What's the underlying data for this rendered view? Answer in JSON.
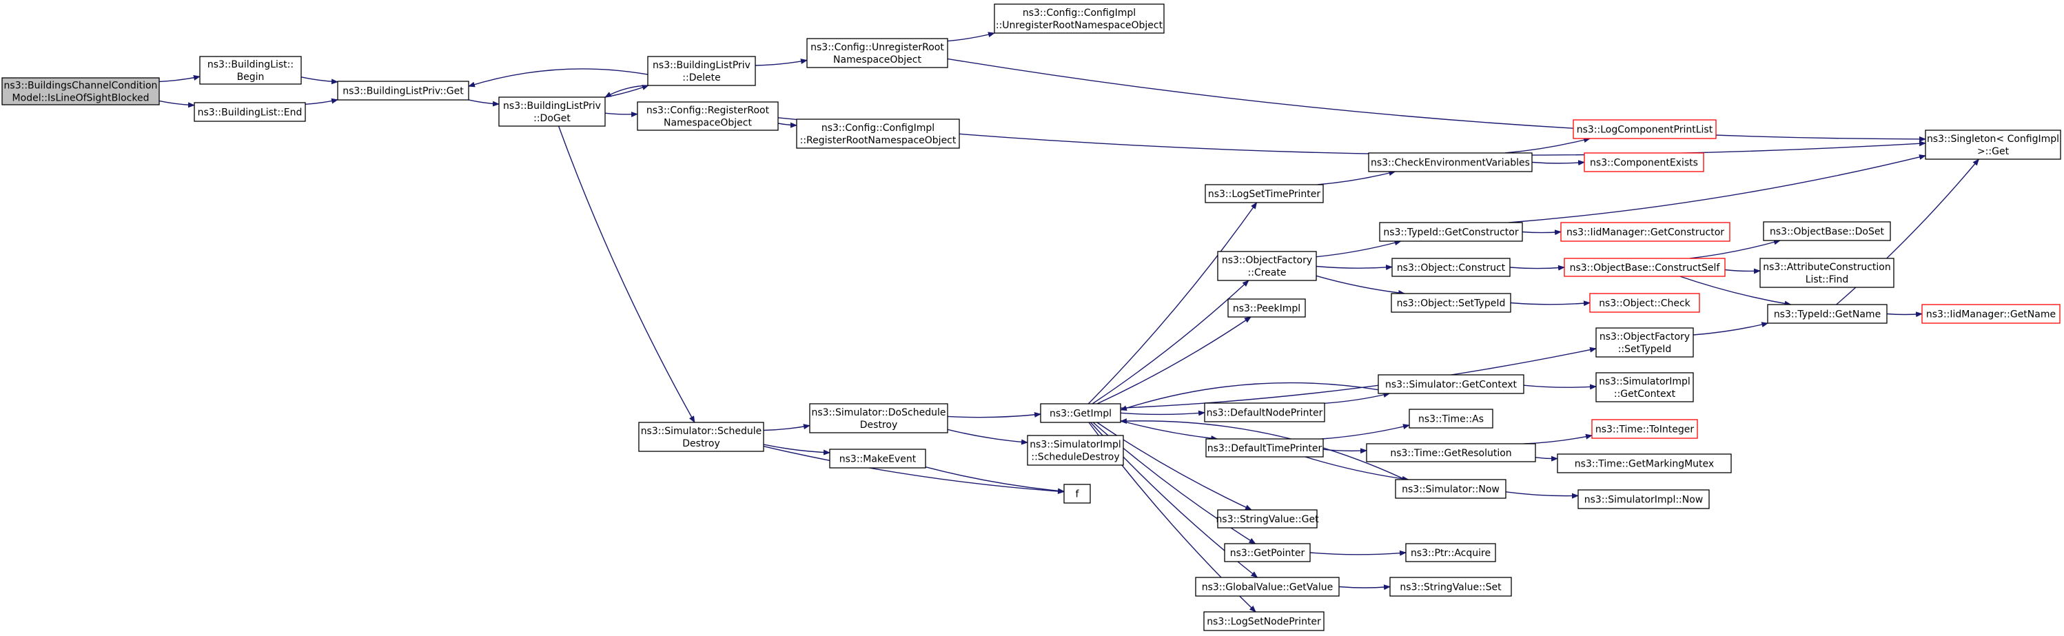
{
  "colors": {
    "edge": "#191970",
    "border": "#000000",
    "missing": "#ff0000",
    "root_fill": "#bfbfbf",
    "fill": "#ffffff"
  },
  "nodes": [
    {
      "id": "root",
      "lines": [
        "ns3::BuildingsChannelCondition",
        "Model::IsLineOfSightBlocked"
      ],
      "root": true
    },
    {
      "id": "bl_begin",
      "lines": [
        "ns3::BuildingList::",
        "Begin"
      ]
    },
    {
      "id": "bl_end",
      "lines": [
        "ns3::BuildingList::End"
      ]
    },
    {
      "id": "blp_get",
      "lines": [
        "ns3::BuildingListPriv::Get"
      ]
    },
    {
      "id": "blp_doget",
      "lines": [
        "ns3::BuildingListPriv",
        "::DoGet"
      ]
    },
    {
      "id": "blp_delete",
      "lines": [
        "ns3::BuildingListPriv",
        "::Delete"
      ]
    },
    {
      "id": "cfg_unreg",
      "lines": [
        "ns3::Config::UnregisterRoot",
        "NamespaceObject"
      ]
    },
    {
      "id": "cfgimpl_unreg",
      "lines": [
        "ns3::Config::ConfigImpl",
        "::UnregisterRootNamespaceObject"
      ]
    },
    {
      "id": "cfg_reg",
      "lines": [
        "ns3::Config::RegisterRoot",
        "NamespaceObject"
      ]
    },
    {
      "id": "cfgimpl_reg",
      "lines": [
        "ns3::Config::ConfigImpl",
        "::RegisterRootNamespaceObject"
      ]
    },
    {
      "id": "singleton_get",
      "lines": [
        "ns3::Singleton< ConfigImpl",
        " >::Get"
      ]
    },
    {
      "id": "sim_sched_destroy",
      "lines": [
        "ns3::Simulator::Schedule",
        "Destroy"
      ]
    },
    {
      "id": "sim_do_sched_destroy",
      "lines": [
        "ns3::Simulator::DoSchedule",
        "Destroy"
      ]
    },
    {
      "id": "make_event",
      "lines": [
        "ns3::MakeEvent"
      ]
    },
    {
      "id": "simimpl_sched_destroy",
      "lines": [
        "ns3::SimulatorImpl",
        "::ScheduleDestroy"
      ]
    },
    {
      "id": "f",
      "lines": [
        "f"
      ]
    },
    {
      "id": "getimpl",
      "lines": [
        "ns3::GetImpl"
      ]
    },
    {
      "id": "log_set_time",
      "lines": [
        "ns3::LogSetTimePrinter"
      ]
    },
    {
      "id": "check_env",
      "lines": [
        "ns3::CheckEnvironmentVariables"
      ]
    },
    {
      "id": "log_comp_print",
      "lines": [
        "ns3::LogComponentPrintList"
      ],
      "missing": true
    },
    {
      "id": "comp_exists",
      "lines": [
        "ns3::ComponentExists"
      ],
      "missing": true
    },
    {
      "id": "obj_factory_create",
      "lines": [
        "ns3::ObjectFactory",
        "::Create"
      ]
    },
    {
      "id": "typeid_getctor",
      "lines": [
        "ns3::TypeId::GetConstructor"
      ]
    },
    {
      "id": "iid_getctor",
      "lines": [
        "ns3::IidManager::GetConstructor"
      ],
      "missing": true
    },
    {
      "id": "obj_construct",
      "lines": [
        "ns3::Object::Construct"
      ]
    },
    {
      "id": "objbase_construct_self",
      "lines": [
        "ns3::ObjectBase::ConstructSelf"
      ],
      "missing": true
    },
    {
      "id": "objbase_doset",
      "lines": [
        "ns3::ObjectBase::DoSet"
      ]
    },
    {
      "id": "attr_list_find",
      "lines": [
        "ns3::AttributeConstruction",
        "List::Find"
      ]
    },
    {
      "id": "obj_settypeid",
      "lines": [
        "ns3::Object::SetTypeId"
      ]
    },
    {
      "id": "obj_check",
      "lines": [
        "ns3::Object::Check"
      ],
      "missing": true
    },
    {
      "id": "typeid_getname",
      "lines": [
        "ns3::TypeId::GetName"
      ]
    },
    {
      "id": "iid_getname",
      "lines": [
        "ns3::IidManager::GetName"
      ],
      "missing": true
    },
    {
      "id": "peek_impl",
      "lines": [
        "ns3::PeekImpl"
      ]
    },
    {
      "id": "obj_factory_settypeid",
      "lines": [
        "ns3::ObjectFactory",
        "::SetTypeId"
      ]
    },
    {
      "id": "sim_getcontext",
      "lines": [
        "ns3::Simulator::GetContext"
      ]
    },
    {
      "id": "simimpl_getcontext",
      "lines": [
        "ns3::SimulatorImpl",
        "::GetContext"
      ]
    },
    {
      "id": "default_node_printer",
      "lines": [
        "ns3::DefaultNodePrinter"
      ]
    },
    {
      "id": "default_time_printer",
      "lines": [
        "ns3::DefaultTimePrinter"
      ]
    },
    {
      "id": "time_as",
      "lines": [
        "ns3::Time::As"
      ]
    },
    {
      "id": "time_getres",
      "lines": [
        "ns3::Time::GetResolution"
      ]
    },
    {
      "id": "time_tointeger",
      "lines": [
        "ns3::Time::ToInteger"
      ],
      "missing": true
    },
    {
      "id": "time_marking_mutex",
      "lines": [
        "ns3::Time::GetMarkingMutex"
      ]
    },
    {
      "id": "sim_now",
      "lines": [
        "ns3::Simulator::Now"
      ]
    },
    {
      "id": "simimpl_now",
      "lines": [
        "ns3::SimulatorImpl::Now"
      ]
    },
    {
      "id": "stringvalue_get",
      "lines": [
        "ns3::StringValue::Get"
      ]
    },
    {
      "id": "get_pointer",
      "lines": [
        "ns3::GetPointer"
      ]
    },
    {
      "id": "ptr_acquire",
      "lines": [
        "ns3::Ptr::Acquire"
      ]
    },
    {
      "id": "globalvalue_getvalue",
      "lines": [
        "ns3::GlobalValue::GetValue"
      ]
    },
    {
      "id": "stringvalue_set",
      "lines": [
        "ns3::StringValue::Set"
      ]
    },
    {
      "id": "log_set_node",
      "lines": [
        "ns3::LogSetNodePrinter"
      ]
    }
  ],
  "edges": [
    [
      "root",
      "bl_begin"
    ],
    [
      "root",
      "bl_end"
    ],
    [
      "bl_begin",
      "blp_get"
    ],
    [
      "bl_end",
      "blp_get"
    ],
    [
      "blp_get",
      "blp_doget"
    ],
    [
      "blp_doget",
      "blp_delete"
    ],
    [
      "blp_delete",
      "blp_get"
    ],
    [
      "blp_delete",
      "blp_doget"
    ],
    [
      "blp_delete",
      "cfg_unreg"
    ],
    [
      "cfg_unreg",
      "cfgimpl_unreg"
    ],
    [
      "cfg_unreg",
      "singleton_get"
    ],
    [
      "blp_doget",
      "cfg_reg"
    ],
    [
      "cfg_reg",
      "singleton_get"
    ],
    [
      "cfg_reg",
      "cfgimpl_reg"
    ],
    [
      "blp_doget",
      "sim_sched_destroy"
    ],
    [
      "sim_sched_destroy",
      "sim_do_sched_destroy"
    ],
    [
      "sim_sched_destroy",
      "make_event"
    ],
    [
      "sim_sched_destroy",
      "f"
    ],
    [
      "sim_do_sched_destroy",
      "getimpl"
    ],
    [
      "sim_do_sched_destroy",
      "simimpl_sched_destroy"
    ],
    [
      "make_event",
      "f"
    ],
    [
      "getimpl",
      "log_set_time"
    ],
    [
      "log_set_time",
      "check_env"
    ],
    [
      "check_env",
      "log_comp_print"
    ],
    [
      "check_env",
      "comp_exists"
    ],
    [
      "getimpl",
      "obj_factory_create"
    ],
    [
      "obj_factory_create",
      "typeid_getctor"
    ],
    [
      "typeid_getctor",
      "iid_getctor"
    ],
    [
      "typeid_getctor",
      "singleton_get"
    ],
    [
      "obj_factory_create",
      "obj_construct"
    ],
    [
      "obj_construct",
      "objbase_construct_self"
    ],
    [
      "objbase_construct_self",
      "objbase_doset"
    ],
    [
      "objbase_construct_self",
      "attr_list_find"
    ],
    [
      "objbase_construct_self",
      "typeid_getname"
    ],
    [
      "obj_factory_create",
      "obj_settypeid"
    ],
    [
      "obj_settypeid",
      "obj_check"
    ],
    [
      "typeid_getname",
      "iid_getname"
    ],
    [
      "typeid_getname",
      "singleton_get"
    ],
    [
      "getimpl",
      "peek_impl"
    ],
    [
      "getimpl",
      "obj_factory_settypeid"
    ],
    [
      "obj_factory_settypeid",
      "typeid_getname"
    ],
    [
      "getimpl",
      "default_node_printer"
    ],
    [
      "default_node_printer",
      "sim_getcontext"
    ],
    [
      "sim_getcontext",
      "getimpl"
    ],
    [
      "sim_getcontext",
      "simimpl_getcontext"
    ],
    [
      "getimpl",
      "default_time_printer"
    ],
    [
      "default_time_printer",
      "time_as"
    ],
    [
      "default_time_printer",
      "time_getres"
    ],
    [
      "default_time_printer",
      "sim_now"
    ],
    [
      "time_getres",
      "time_tointeger"
    ],
    [
      "time_getres",
      "time_marking_mutex"
    ],
    [
      "sim_now",
      "getimpl"
    ],
    [
      "sim_now",
      "simimpl_now"
    ],
    [
      "getimpl",
      "stringvalue_get"
    ],
    [
      "getimpl",
      "get_pointer"
    ],
    [
      "get_pointer",
      "ptr_acquire"
    ],
    [
      "getimpl",
      "globalvalue_getvalue"
    ],
    [
      "globalvalue_getvalue",
      "stringvalue_set"
    ],
    [
      "getimpl",
      "log_set_node"
    ]
  ]
}
